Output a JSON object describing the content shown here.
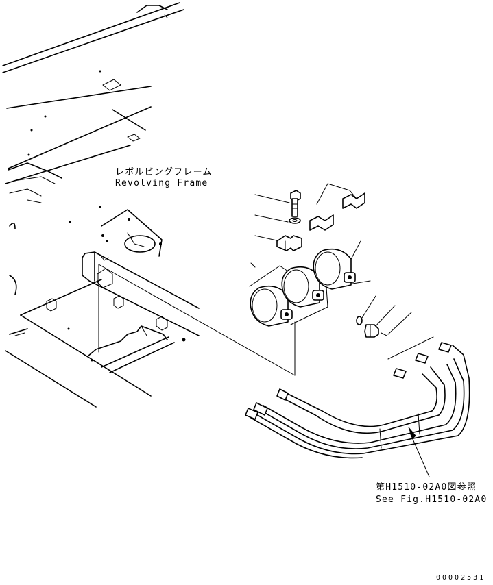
{
  "labels": {
    "frame_jp": "レボルビングフレーム",
    "frame_en": "Revolving Frame",
    "ref_jp": "第H1510-02A0図参照",
    "ref_en": "See Fig.H1510-02A0"
  },
  "drawing_code": "00002531"
}
